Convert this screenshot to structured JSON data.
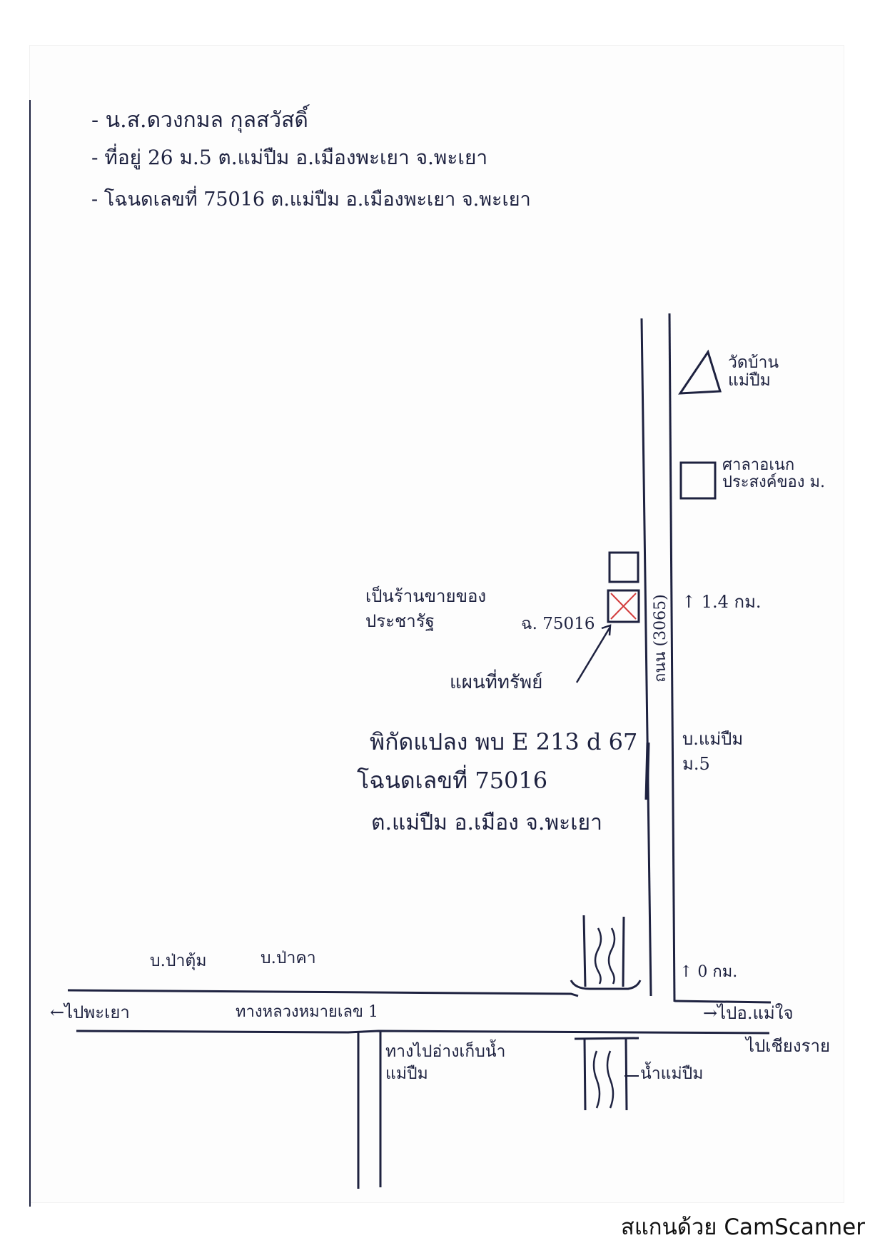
{
  "header": {
    "lines": [
      "- น.ส.ดวงกมล กุลสวัสดิ์",
      "- ที่อยู่ 26 ม.5 ต.แม่ปืม อ.เมืองพะเยา จ.พะเยา",
      "- โฉนดเลขที่ 75016 ต.แม่ปืม อ.เมืองพะเยา จ.พะเยา"
    ]
  },
  "map": {
    "landmarks": {
      "temple": "วัดบ้าน\nแม่ปืม",
      "pavilion": "ศาลาอเนก\nประสงค์ของ ม.",
      "shop": "เป็นร้านขายของ\nประชารัฐ",
      "deed_label": "ฉ. 75016",
      "property_map": "แผนที่ทรัพย์",
      "village": "บ.แม่ปืม\nม.5",
      "pa_tum": "บ.ป่าตุ้ม",
      "pa_kha": "บ.ป่าคา",
      "reservoir": "ทางไปอ่างเก็บน้ำ\nแม่ปืม",
      "stream": "น้ำแม่ปืม"
    },
    "roads": {
      "vertical": "ถนน (3065)",
      "highway": "ทางหลวงหมายเลข 1",
      "to_left": "←ไปพะเยา",
      "to_right_1": "→ไปอ.แม่ใจ",
      "to_right_2": "ไปเชียงราย"
    },
    "distances": {
      "upper": "↑ 1.4 กม.",
      "lower": "↑ 0 กม."
    },
    "coordinates": {
      "lines": [
        "พิกัดแปลง พบ E 213 d 67",
        "โฉนดเลขที่ 75016",
        "ต.แม่ปืม อ.เมือง จ.พะเยา"
      ]
    }
  },
  "footer": {
    "scanner": "สแกนด้วย CamScanner"
  }
}
